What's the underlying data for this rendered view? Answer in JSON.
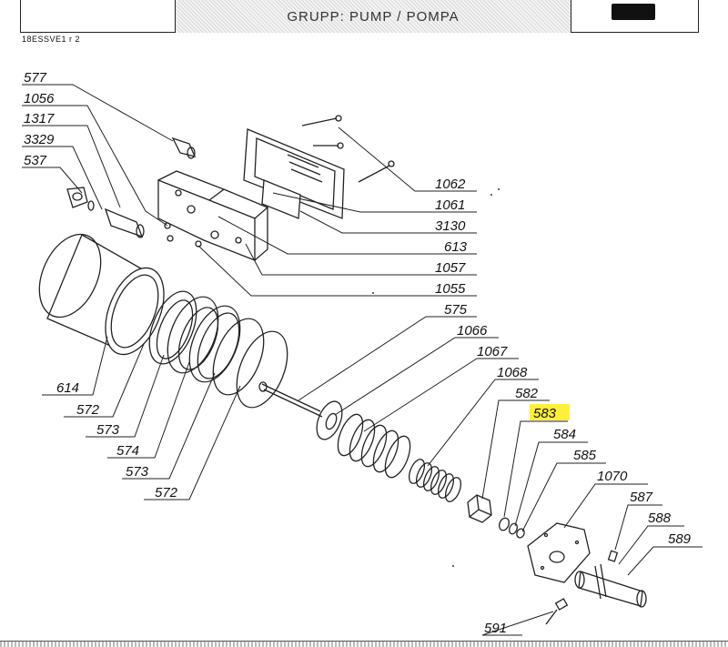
{
  "header": {
    "title": "GRUPP: PUMP / POMPA",
    "ref_code": "18ESSVE1 r 2"
  },
  "parts": {
    "p577": "577",
    "p1056": "1056",
    "p1317": "1317",
    "p3329": "3329",
    "p537": "537",
    "p1062": "1062",
    "p1061": "1061",
    "p3130": "3130",
    "p613": "613",
    "p1057": "1057",
    "p1055": "1055",
    "p575": "575",
    "p1066": "1066",
    "p1067": "1067",
    "p1068": "1068",
    "p582": "582",
    "p583": "583",
    "p584": "584",
    "p585": "585",
    "p1070": "1070",
    "p587": "587",
    "p588": "588",
    "p589": "589",
    "p591": "591",
    "p614": "614",
    "p572a": "572",
    "p573a": "573",
    "p574": "574",
    "p573b": "573",
    "p572b": "572"
  },
  "highlight_color": "#ffef3a"
}
